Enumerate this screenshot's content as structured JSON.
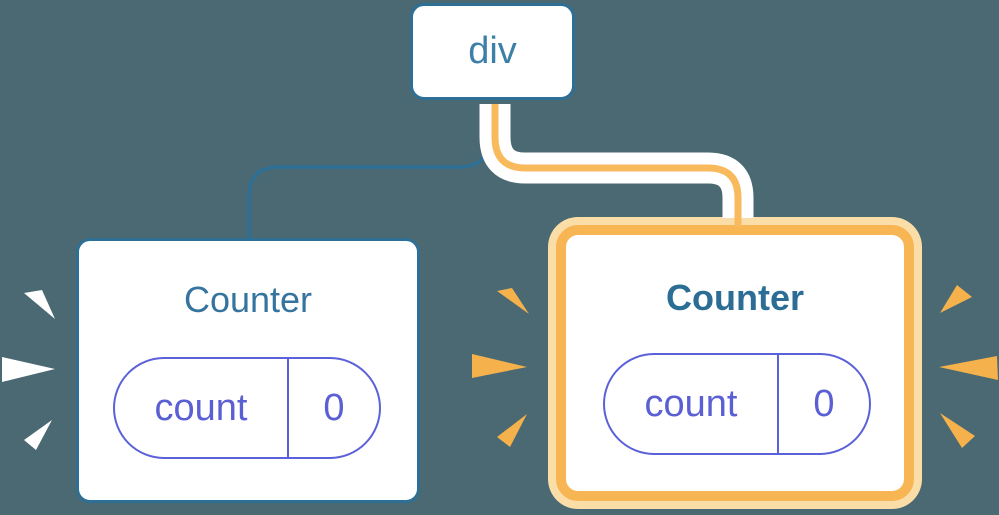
{
  "diagram": {
    "description": "React component tree: a div parent with two Counter children; the second Counter is highlighted with its state path",
    "colors": {
      "background": "#4a6973",
      "node_border_blue": "#2e6f96",
      "root_label_blue": "#3c80a8",
      "title_blue": "#34749e",
      "title_blue_bold": "#2b6d94",
      "pill_indigo": "#5b61d8",
      "pill_text_indigo": "#5a5fd3",
      "highlight_orange": "#f7b553",
      "highlight_cream": "#fbdda8",
      "wire_orange": "#f8ba5c",
      "sparkle_white": "#ffffff",
      "sparkle_orange": "#f5b14b"
    }
  },
  "tree": {
    "root": {
      "label": "div"
    },
    "children": [
      {
        "title": "Counter",
        "highlighted": false,
        "state": {
          "key": "count",
          "value": "0"
        }
      },
      {
        "title": "Counter",
        "highlighted": true,
        "state": {
          "key": "count",
          "value": "0"
        }
      }
    ]
  }
}
